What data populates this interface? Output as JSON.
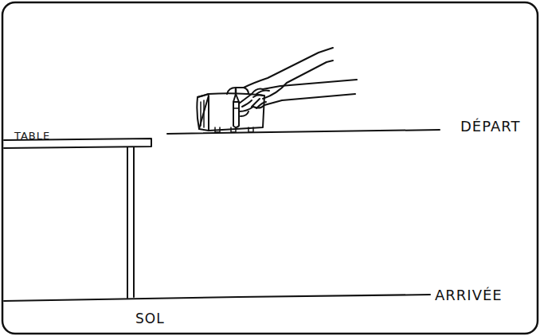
{
  "diagram": {
    "labels": [
      "TABLE",
      "DÉPART",
      "ARRIVÉE",
      "SOL"
    ]
  }
}
